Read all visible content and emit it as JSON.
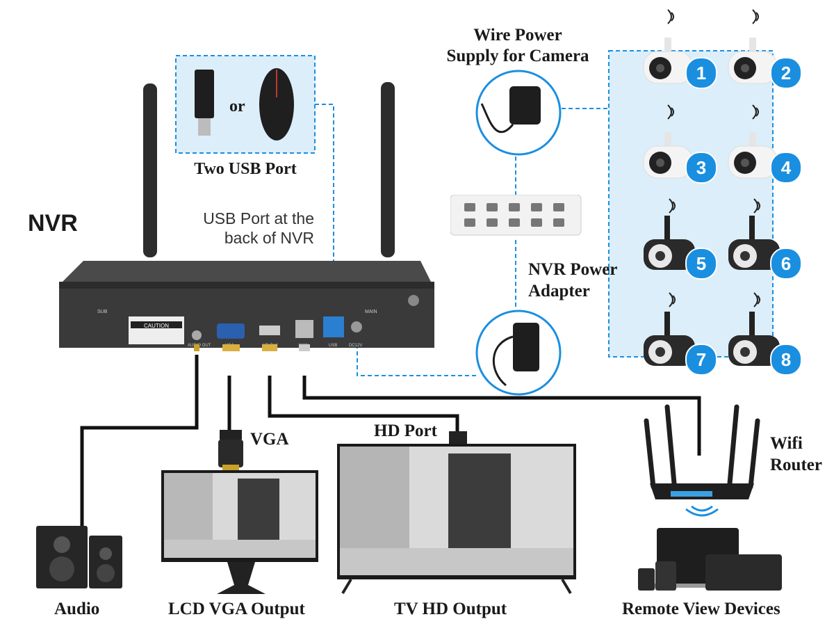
{
  "nvr": {
    "title": "NVR",
    "usb_note_line1": "USB Port at the",
    "usb_note_line2": "back of NVR",
    "ports": {
      "sub": "SUB",
      "main": "MAIN",
      "audio": "AUDIO OUT",
      "vga": "VGA",
      "hd": "HD-Port",
      "wan": "WAN",
      "usb": "USB",
      "dc": "DC12V",
      "caution": "CAUTION"
    }
  },
  "usb_box": {
    "or": "or",
    "caption": "Two USB Port"
  },
  "power_supply": {
    "line1": "Wire Power",
    "line2": "Supply for Camera"
  },
  "adapter": {
    "line1": "NVR Power",
    "line2": "Adapter"
  },
  "cameras": [
    {
      "number": "1"
    },
    {
      "number": "2"
    },
    {
      "number": "3"
    },
    {
      "number": "4"
    },
    {
      "number": "5"
    },
    {
      "number": "6"
    },
    {
      "number": "7"
    },
    {
      "number": "8"
    }
  ],
  "labels": {
    "vga": "VGA",
    "hd_port": "HD Port",
    "router_line1": "Wifi",
    "router_line2": "Router",
    "audio": "Audio",
    "lcd_vga": "LCD VGA Output",
    "tv_hd": "TV HD Output",
    "remote": "Remote View Devices"
  },
  "colors": {
    "accent_blue": "#1a8fe0",
    "panel_blue": "#dceefa",
    "dashed": "#1a8fe0",
    "device_dark": "#2a2a2a"
  }
}
